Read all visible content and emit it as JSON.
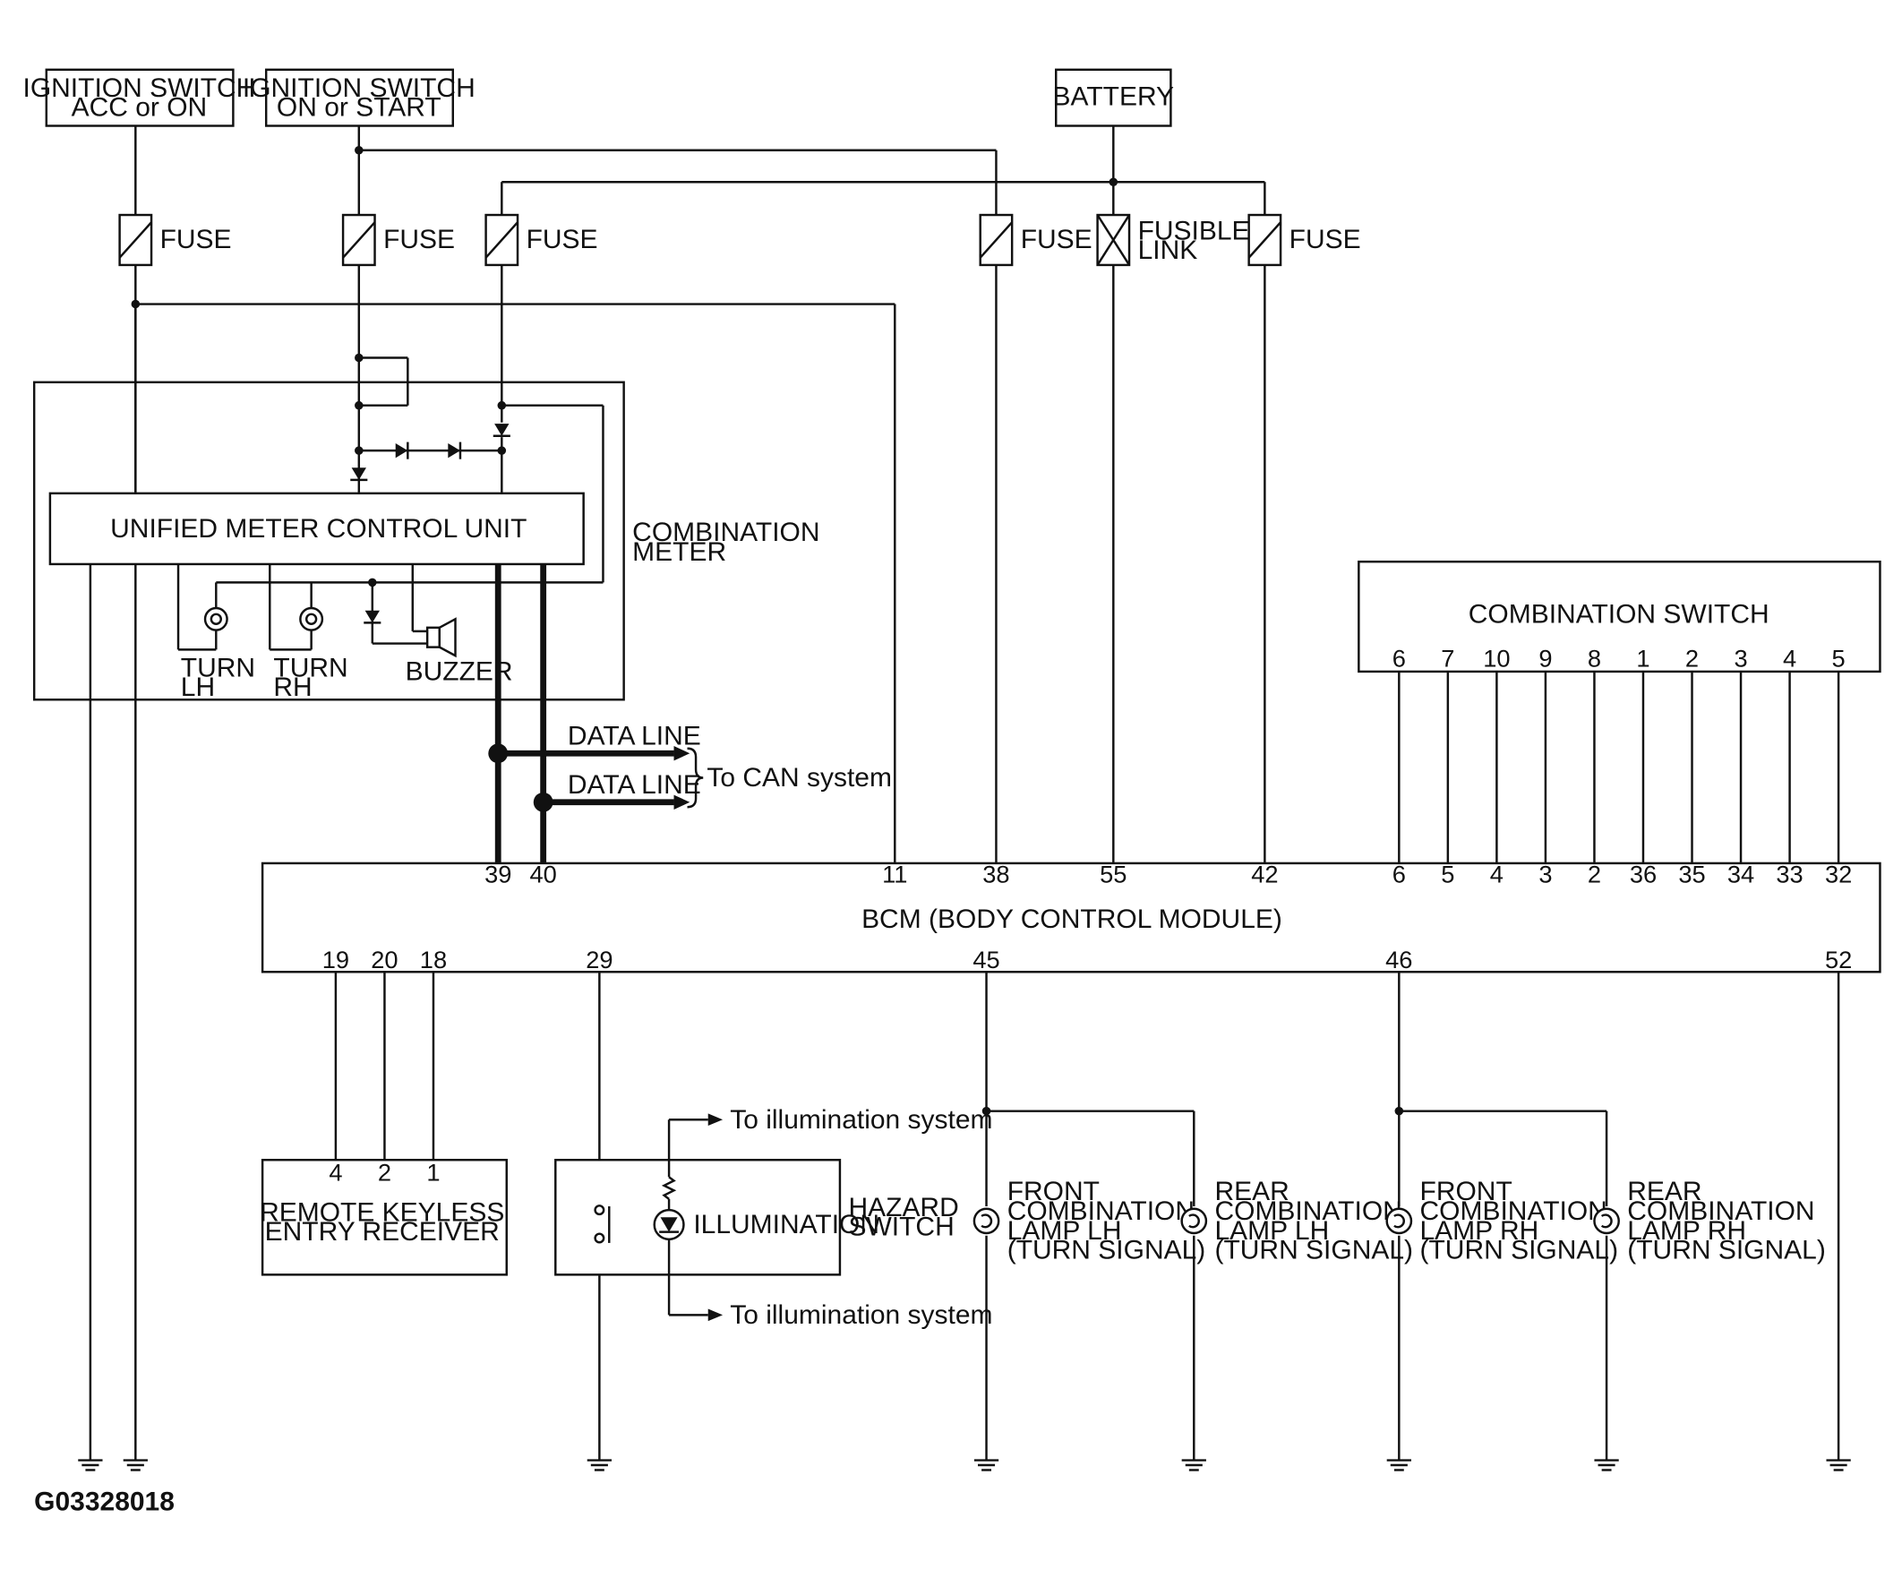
{
  "sources": {
    "ign_acc_line1": "IGNITION SWITCH",
    "ign_acc_line2": "ACC or ON",
    "ign_on_line1": "IGNITION SWITCH",
    "ign_on_line2": "ON or START",
    "battery": "BATTERY"
  },
  "fuses": {
    "label": "FUSE",
    "fusible_line1": "FUSIBLE",
    "fusible_line2": "LINK"
  },
  "meter": {
    "unit": "UNIFIED METER CONTROL UNIT",
    "label_line1": "COMBINATION",
    "label_line2": "METER",
    "turn_lh_1": "TURN",
    "turn_lh_2": "LH",
    "turn_rh_1": "TURN",
    "turn_rh_2": "RH",
    "buzzer": "BUZZER"
  },
  "can": {
    "data_line_1": "DATA LINE",
    "data_line_2": "DATA LINE",
    "to_can": "To CAN system"
  },
  "combination_switch": {
    "title": "COMBINATION SWITCH",
    "pins": [
      "6",
      "7",
      "10",
      "9",
      "8",
      "1",
      "2",
      "3",
      "4",
      "5"
    ]
  },
  "bcm": {
    "title": "BCM (BODY CONTROL MODULE)",
    "top_pins": [
      "39",
      "40",
      "11",
      "38",
      "55",
      "42",
      "6",
      "5",
      "4",
      "3",
      "2",
      "36",
      "35",
      "34",
      "33",
      "32"
    ],
    "bottom_pins": [
      "19",
      "20",
      "18",
      "29",
      "45",
      "46",
      "52"
    ]
  },
  "keyless": {
    "line1": "REMOTE KEYLESS",
    "line2": "ENTRY RECEIVER",
    "pins": [
      "4",
      "2",
      "1"
    ]
  },
  "hazard": {
    "illumination": "ILLUMINATION",
    "label_line1": "HAZARD",
    "label_line2": "SWITCH",
    "to_illum_top": "To illumination system",
    "to_illum_bottom": "To illumination system"
  },
  "lamps": [
    {
      "line1": "FRONT",
      "line2": "COMBINATION",
      "line3": "LAMP LH",
      "line4": "(TURN SIGNAL)"
    },
    {
      "line1": "REAR",
      "line2": "COMBINATION",
      "line3": "LAMP LH",
      "line4": "(TURN SIGNAL)"
    },
    {
      "line1": "FRONT",
      "line2": "COMBINATION",
      "line3": "LAMP RH",
      "line4": "(TURN SIGNAL)"
    },
    {
      "line1": "REAR",
      "line2": "COMBINATION",
      "line3": "LAMP RH",
      "line4": "(TURN SIGNAL)"
    }
  ],
  "figure_code": "G03328018"
}
